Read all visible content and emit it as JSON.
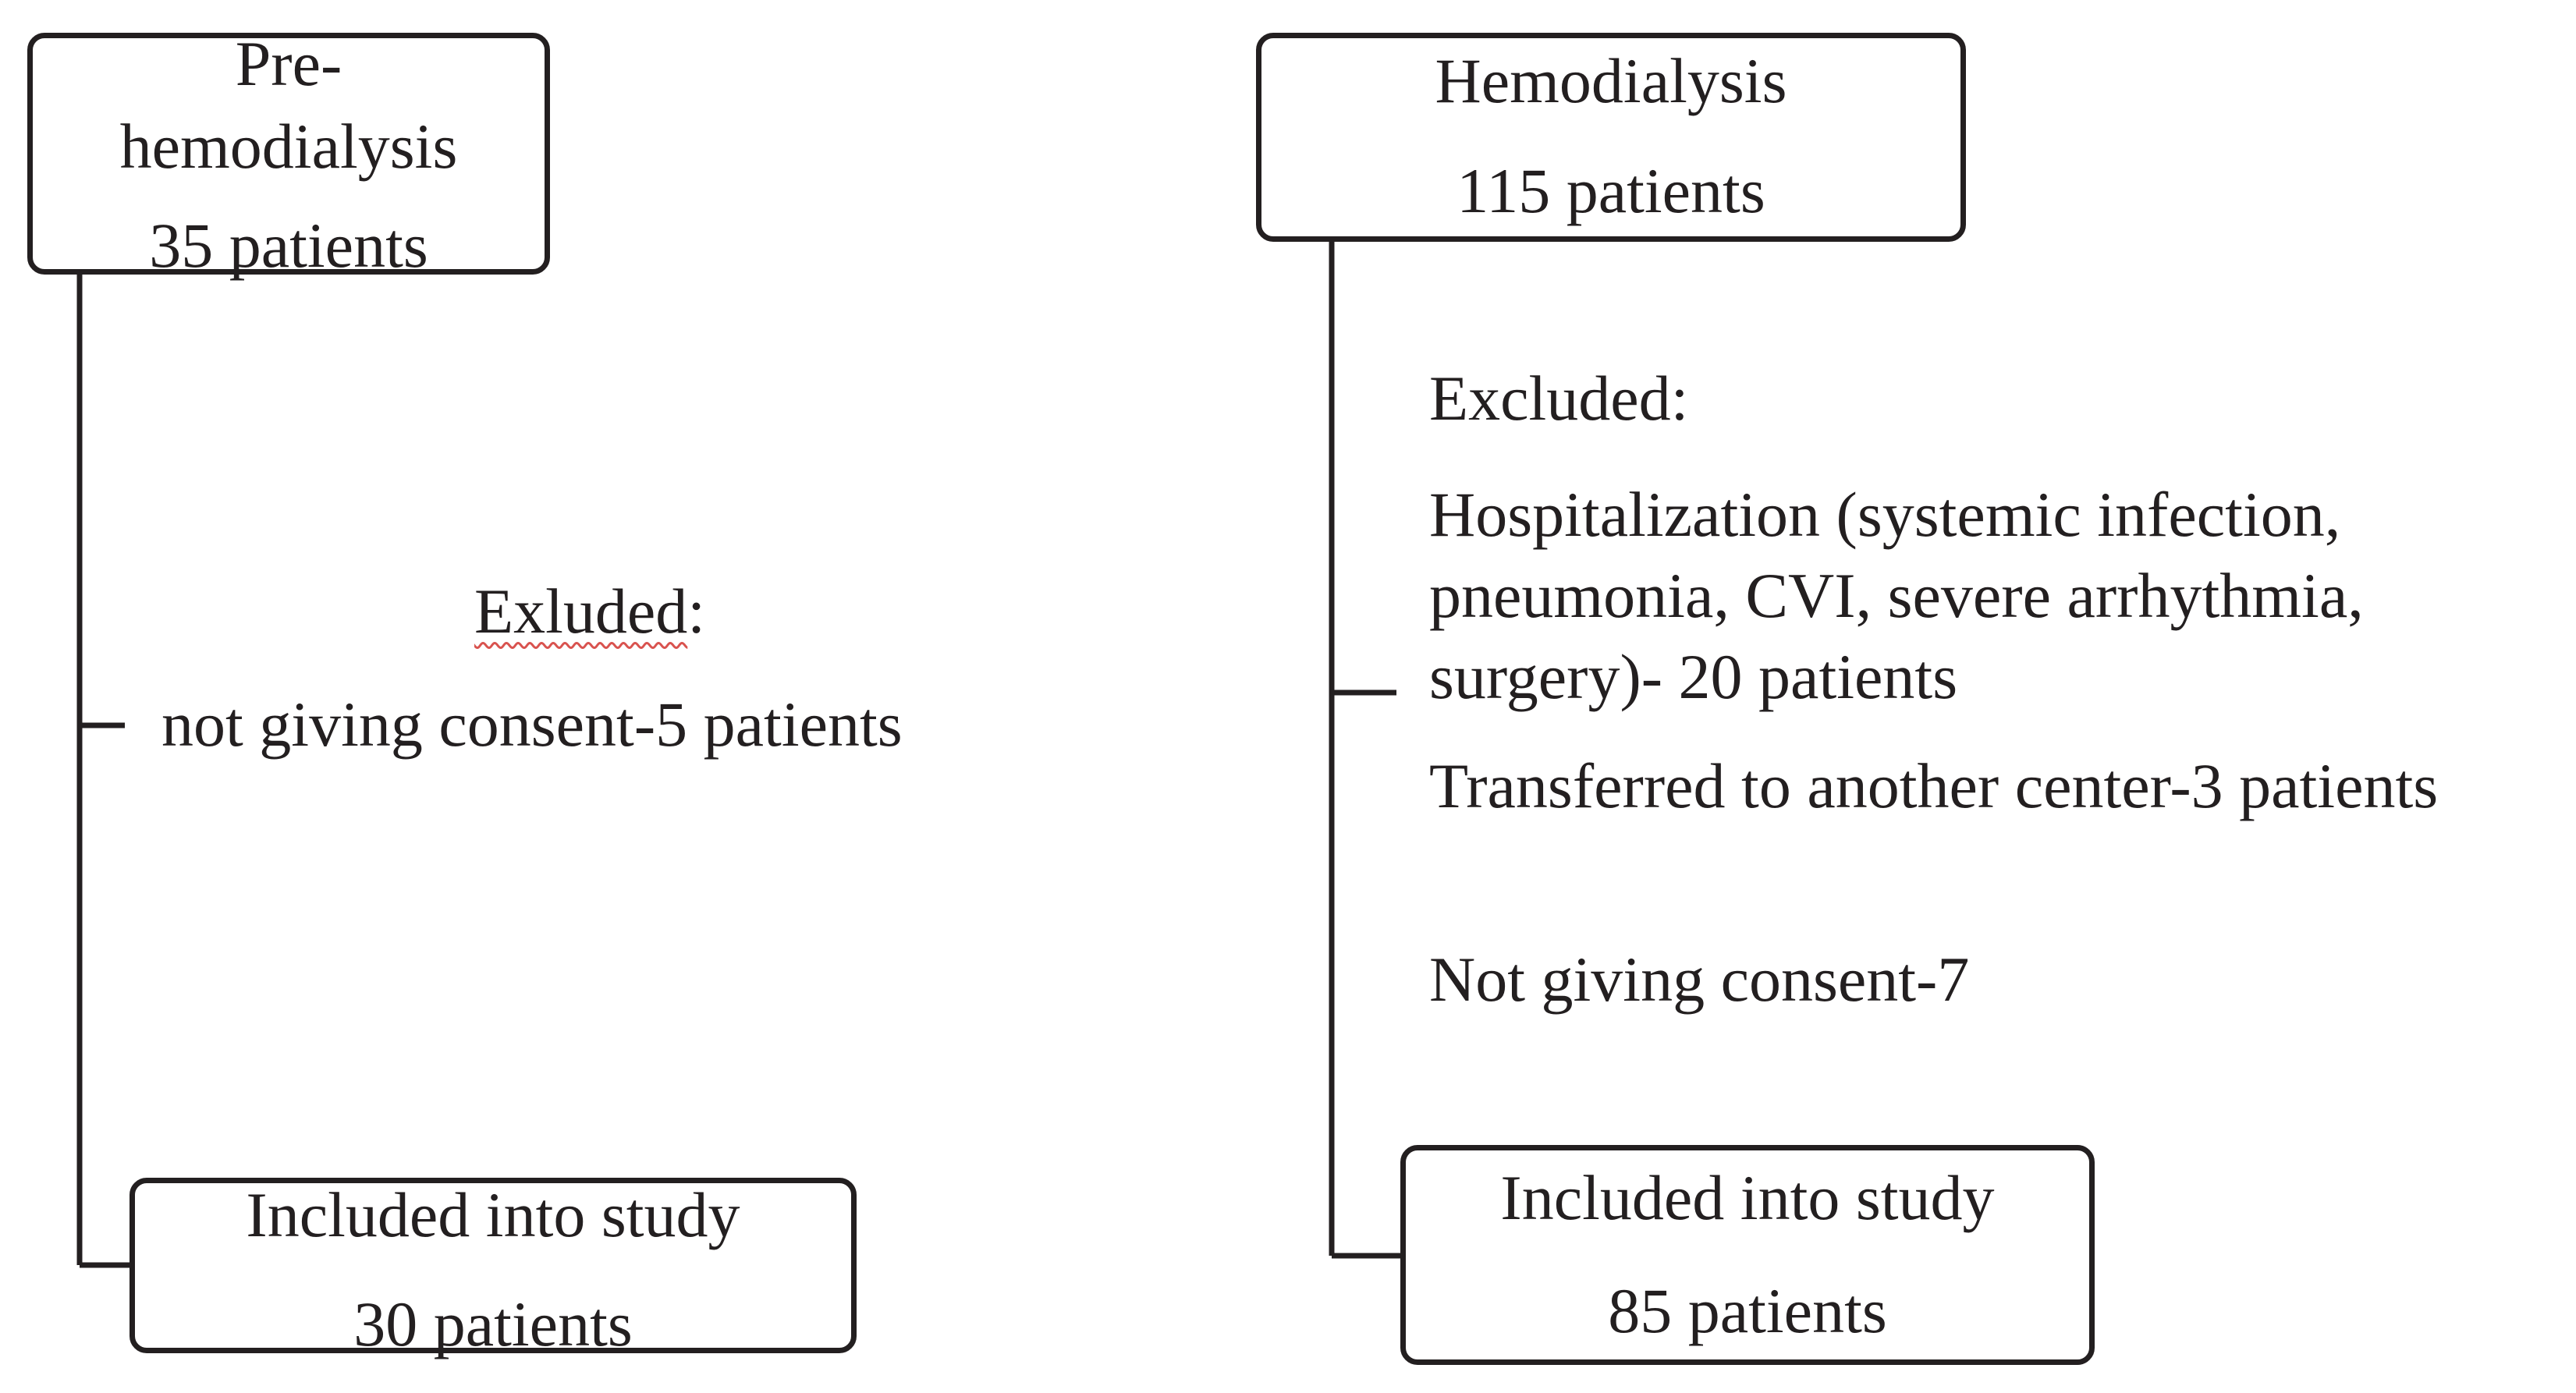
{
  "left_branch": {
    "top_box": {
      "line1": "Pre-",
      "line2": "hemodialysis",
      "line3": "35 patients"
    },
    "exclusion": {
      "heading_word": "Exluded",
      "heading_colon": ":",
      "reason": "not giving consent-5 patients"
    },
    "bottom_box": {
      "line1": "Included into study",
      "line2": "30 patients"
    }
  },
  "right_branch": {
    "top_box": {
      "line1": "Hemodialysis",
      "line2": "115 patients"
    },
    "exclusion": {
      "heading": "Excluded:",
      "reason_1": "Hospitalization (systemic infection, pneumonia, CVI, severe arrhythmia, surgery)- 20 patients",
      "reason_2": "Transferred to another center-3 patients",
      "reason_3": "Not giving consent-7"
    },
    "bottom_box": {
      "line1": "Included into study",
      "line2": "85 patients"
    }
  },
  "colors": {
    "ink": "#231f20",
    "spellcheck_underline": "#d9534f"
  }
}
